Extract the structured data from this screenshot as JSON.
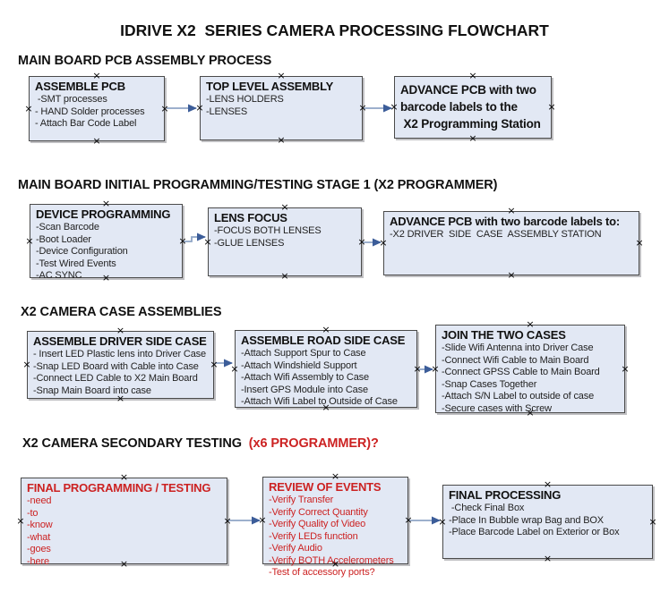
{
  "title": "IDRIVE X2  SERIES CAMERA PROCESSING FLOWCHART",
  "colors": {
    "box_fill": "#e2e8f4",
    "box_border": "#4a4a4a",
    "accent_red": "#cc2222",
    "arrow_line": "#8fa5c6",
    "arrow_head": "#3c5d99",
    "text": "#1f1f1f"
  },
  "sections": [
    {
      "heading": "MAIN BOARD PCB ASSEMBLY PROCESS",
      "boxes": [
        {
          "title": "ASSEMBLE PCB",
          "items": [
            " -SMT processes",
            "- HAND Solder processes",
            "- Attach Bar Code Label"
          ]
        },
        {
          "title": "TOP LEVEL ASSEMBLY",
          "items": [
            "-LENS HOLDERS",
            "-LENSES"
          ]
        },
        {
          "items": [
            "ADVANCE PCB with two",
            "barcode labels to the",
            " X2 Programming Station"
          ]
        }
      ]
    },
    {
      "heading": "MAIN BOARD INITIAL PROGRAMMING/TESTING STAGE 1 (X2 PROGRAMMER)",
      "boxes": [
        {
          "title": "DEVICE PROGRAMMING",
          "items": [
            "-Scan Barcode",
            "-Boot Loader",
            "-Device Configuration",
            "-Test Wired Events",
            "-AC SYNC"
          ]
        },
        {
          "title": "LENS FOCUS",
          "items": [
            "-FOCUS BOTH LENSES",
            "-GLUE LENSES"
          ]
        },
        {
          "title": "ADVANCE PCB with two barcode labels to:",
          "items": [
            "-X2 DRIVER  SIDE  CASE  ASSEMBLY STATION"
          ]
        }
      ]
    },
    {
      "heading": "X2 CAMERA CASE ASSEMBLIES",
      "boxes": [
        {
          "title": "ASSEMBLE DRIVER SIDE CASE",
          "items": [
            "- Insert LED Plastic lens into Driver Case",
            "-Snap LED Board with Cable into Case",
            "-Connect LED Cable to X2 Main Board",
            "-Snap Main Board into case"
          ]
        },
        {
          "title": "ASSEMBLE ROAD SIDE CASE",
          "items": [
            "-Attach Support Spur to Case",
            "-Attach Windshield Support",
            "-Attach Wifi Assembly to Case",
            "-Insert GPS Module into Case",
            "-Attach Wifi Label to Outside of Case"
          ]
        },
        {
          "title": "JOIN THE TWO CASES",
          "items": [
            "-Slide Wifi Antenna into Driver Case",
            "-Connect Wifi Cable to Main Board",
            "-Connect GPSS Cable to Main Board",
            "-Snap Cases Together",
            "-Attach S/N Label to outside of case",
            "-Secure cases with Screw"
          ]
        }
      ]
    },
    {
      "heading": "X2 CAMERA SECONDARY TESTING  ",
      "heading_suffix": "(x6 PROGRAMMER)?",
      "boxes": [
        {
          "title": "FINAL PROGRAMMING / TESTING",
          "items": [
            "-need",
            "-to",
            "-know",
            "-what",
            "-goes",
            "-here"
          ]
        },
        {
          "title": "REVIEW OF EVENTS",
          "items": [
            "-Verify Transfer",
            "-Verify Correct Quantity",
            "-Verify Quality of Video",
            "-Verify LEDs function",
            "-Verify Audio",
            "-Verify BOTH Accelerometers",
            "-Test of accessory ports?"
          ]
        },
        {
          "title": "FINAL PROCESSING",
          "items": [
            " -Check Final Box",
            "-Place In Bubble wrap Bag and BOX",
            "-Place Barcode Label on Exterior or Box"
          ]
        }
      ]
    }
  ]
}
